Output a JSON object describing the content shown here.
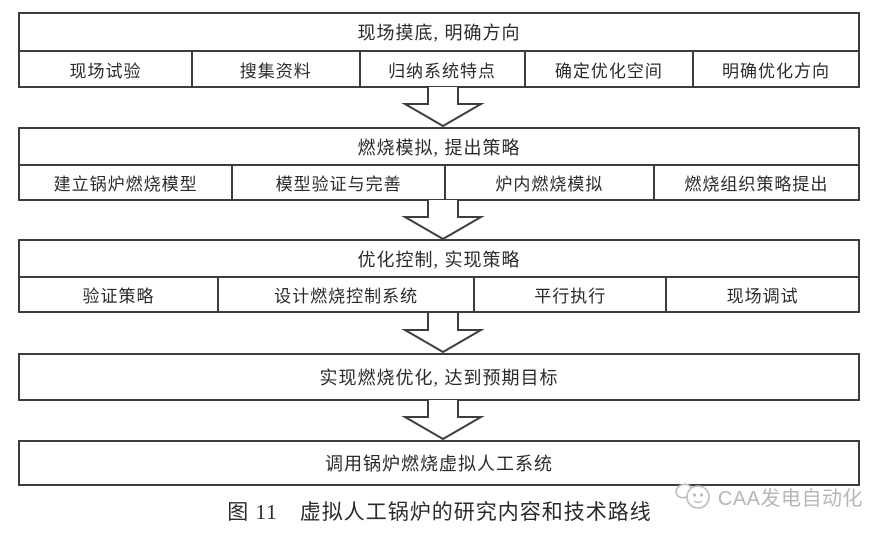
{
  "colors": {
    "background": "#ffffff",
    "border": "#3d3d3d",
    "text": "#2b2b2b",
    "watermark": "#b7b7b7"
  },
  "flowchart": {
    "stages": [
      {
        "title": "现场摸底, 明确方向",
        "items": [
          "现场试验",
          "搜集资料",
          "归纳系统特点",
          "确定优化空间",
          "明确优化方向"
        ]
      },
      {
        "title": "燃烧模拟, 提出策略",
        "items": [
          "建立锅炉燃烧模型",
          "模型验证与完善",
          "炉内燃烧模拟",
          "燃烧组织策略提出"
        ]
      },
      {
        "title": "优化控制, 实现策略",
        "items": [
          "验证策略",
          "设计燃烧控制系统",
          "平行执行",
          "现场调试"
        ]
      },
      {
        "title": "实现燃烧优化, 达到预期目标",
        "items": []
      },
      {
        "title": "调用锅炉燃烧虚拟人工系统",
        "items": []
      }
    ]
  },
  "caption": "图 11　虚拟人工锅炉的研究内容和技术路线",
  "watermark": {
    "label": "CAA发电自动化",
    "logo": "caa-mascot-logo"
  }
}
